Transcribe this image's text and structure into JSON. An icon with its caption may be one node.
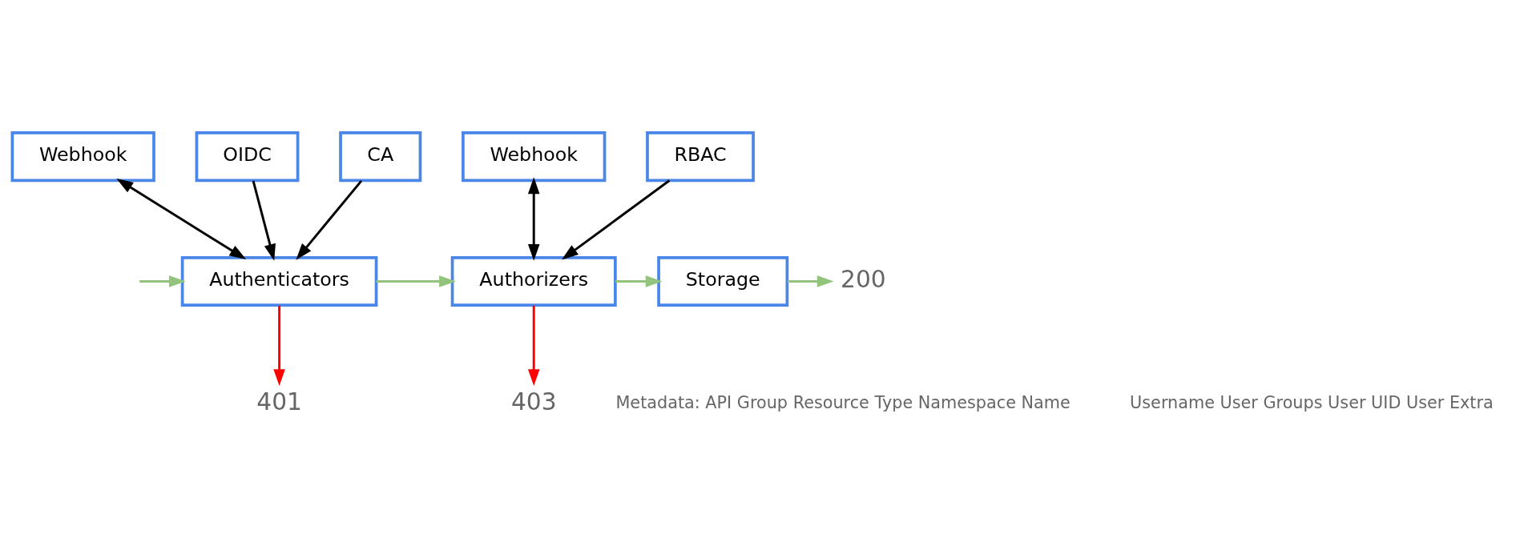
{
  "diagram": {
    "nodes": [
      {
        "text": [
          "Webhook"
        ]
      },
      {
        "text": [
          "OIDC"
        ]
      },
      {
        "text": [
          "CA"
        ]
      },
      {
        "text": [
          "Webhook"
        ]
      },
      {
        "text": [
          "RBAC"
        ]
      },
      {
        "text": [
          "200"
        ]
      },
      {
        "text": [
          "Authenticators"
        ]
      },
      {
        "text": [
          "Authorizers"
        ]
      },
      {
        "text": [
          "Storage"
        ]
      },
      {
        "text": [
          "401"
        ]
      },
      {
        "text": [
          "403"
        ]
      }
    ],
    "edges": [
      {
        "from": null,
        "to": 6,
        "arrow": "to",
        "color": "#93c47d"
      },
      {
        "from": 0,
        "to": 6,
        "arrow": "both"
      },
      {
        "from": 1,
        "to": 6,
        "arrow": "to"
      },
      {
        "from": 2,
        "to": 6,
        "arrow": "to"
      },
      {
        "from": 6,
        "to": 7,
        "arrow": "to",
        "color": "#93c47d"
      },
      {
        "from": 3,
        "to": 7,
        "arrow": "both"
      },
      {
        "from": 4,
        "to": 7,
        "arrow": "to"
      },
      {
        "from": 7,
        "to": 8,
        "arrow": "to",
        "color": "#93c47d"
      },
      {
        "from": 8,
        "to": 5,
        "arrow": "to",
        "color": "#93c47d"
      },
      {
        "from": 6,
        "to": 9,
        "arrow": "to",
        "color": "#ff0000"
      },
      {
        "from": 7,
        "to": 10,
        "arrow": "to",
        "color": "#ff0000"
      }
    ],
    "labels": [
      "Metadata: API Group Resource Type Namespace Name",
      "Username User Groups User UID User Extra"
    ]
  }
}
